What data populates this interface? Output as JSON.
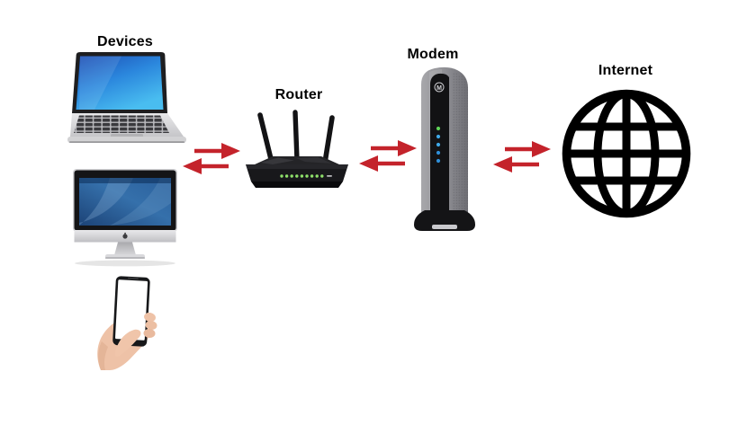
{
  "diagram": {
    "type": "network-connection-diagram",
    "background": "#ffffff",
    "arrow_color": "#c4232b",
    "label_color": "#000000",
    "nodes": [
      {
        "id": "devices",
        "label": "Devices",
        "images": [
          "laptop",
          "imac-desktop",
          "smartphone-in-hand"
        ]
      },
      {
        "id": "router",
        "label": "Router",
        "image": "wireless-router-3-antennas",
        "led_color": "#7fd35f"
      },
      {
        "id": "modem",
        "label": "Modem",
        "image": "cable-modem-tower",
        "logo": "M",
        "led_colors": [
          "#5fd457",
          "#3fa9e8"
        ]
      },
      {
        "id": "internet",
        "label": "Internet",
        "image": "globe-grid-icon"
      }
    ],
    "connections": [
      {
        "from": "Devices",
        "to": "Router",
        "bidirectional": true
      },
      {
        "from": "Router",
        "to": "Modem",
        "bidirectional": true
      },
      {
        "from": "Modem",
        "to": "Internet",
        "bidirectional": true
      }
    ]
  }
}
